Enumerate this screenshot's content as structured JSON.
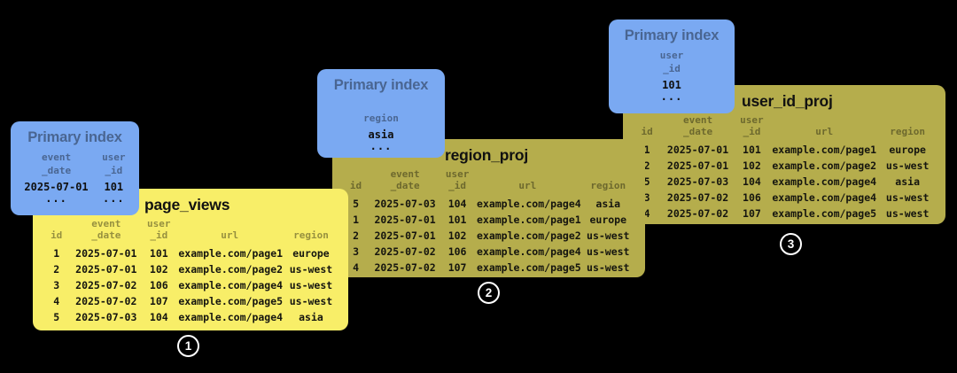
{
  "colors": {
    "canvas_bg": "#000000",
    "table_yellow": "#f8ee68",
    "table_olive": "#b5ad4c",
    "card_blue": "#7aa9f2",
    "muted_ink": "rgba(0,0,0,0.40)",
    "badge_ring": "#ffffff"
  },
  "cards": [
    {
      "title": "Primary index",
      "columns": [
        {
          "header": "event\n_date",
          "value": "2025-07-01",
          "more": "..."
        },
        {
          "header": "user\n_id",
          "value": "101",
          "more": "..."
        }
      ]
    },
    {
      "title": "Primary index",
      "columns": [
        {
          "header": "region",
          "value": "asia",
          "more": "..."
        }
      ]
    },
    {
      "title": "Primary index",
      "columns": [
        {
          "header": "user\n_id",
          "value": "101",
          "more": "..."
        }
      ]
    }
  ],
  "tables": [
    {
      "title": "page_views",
      "headers": [
        "id",
        "event\n_date",
        "user\n_id",
        "url",
        "region"
      ],
      "rows": [
        [
          "1",
          "2025-07-01",
          "101",
          "example.com/page1",
          "europe"
        ],
        [
          "2",
          "2025-07-01",
          "102",
          "example.com/page2",
          "us-west"
        ],
        [
          "3",
          "2025-07-02",
          "106",
          "example.com/page4",
          "us-west"
        ],
        [
          "4",
          "2025-07-02",
          "107",
          "example.com/page5",
          "us-west"
        ],
        [
          "5",
          "2025-07-03",
          "104",
          "example.com/page4",
          "asia"
        ]
      ]
    },
    {
      "title": "region_proj",
      "headers": [
        "id",
        "event\n_date",
        "user\n_id",
        "url",
        "region"
      ],
      "rows": [
        [
          "5",
          "2025-07-03",
          "104",
          "example.com/page4",
          "asia"
        ],
        [
          "1",
          "2025-07-01",
          "101",
          "example.com/page1",
          "europe"
        ],
        [
          "2",
          "2025-07-01",
          "102",
          "example.com/page2",
          "us-west"
        ],
        [
          "3",
          "2025-07-02",
          "106",
          "example.com/page4",
          "us-west"
        ],
        [
          "4",
          "2025-07-02",
          "107",
          "example.com/page5",
          "us-west"
        ]
      ]
    },
    {
      "title": "user_id_proj",
      "headers": [
        "id",
        "event\n_date",
        "user\n_id",
        "url",
        "region"
      ],
      "rows": [
        [
          "1",
          "2025-07-01",
          "101",
          "example.com/page1",
          "europe"
        ],
        [
          "2",
          "2025-07-01",
          "102",
          "example.com/page2",
          "us-west"
        ],
        [
          "5",
          "2025-07-03",
          "104",
          "example.com/page4",
          "asia"
        ],
        [
          "3",
          "2025-07-02",
          "106",
          "example.com/page4",
          "us-west"
        ],
        [
          "4",
          "2025-07-02",
          "107",
          "example.com/page5",
          "us-west"
        ]
      ]
    }
  ],
  "badges": [
    {
      "label": "1"
    },
    {
      "label": "2"
    },
    {
      "label": "3"
    }
  ]
}
